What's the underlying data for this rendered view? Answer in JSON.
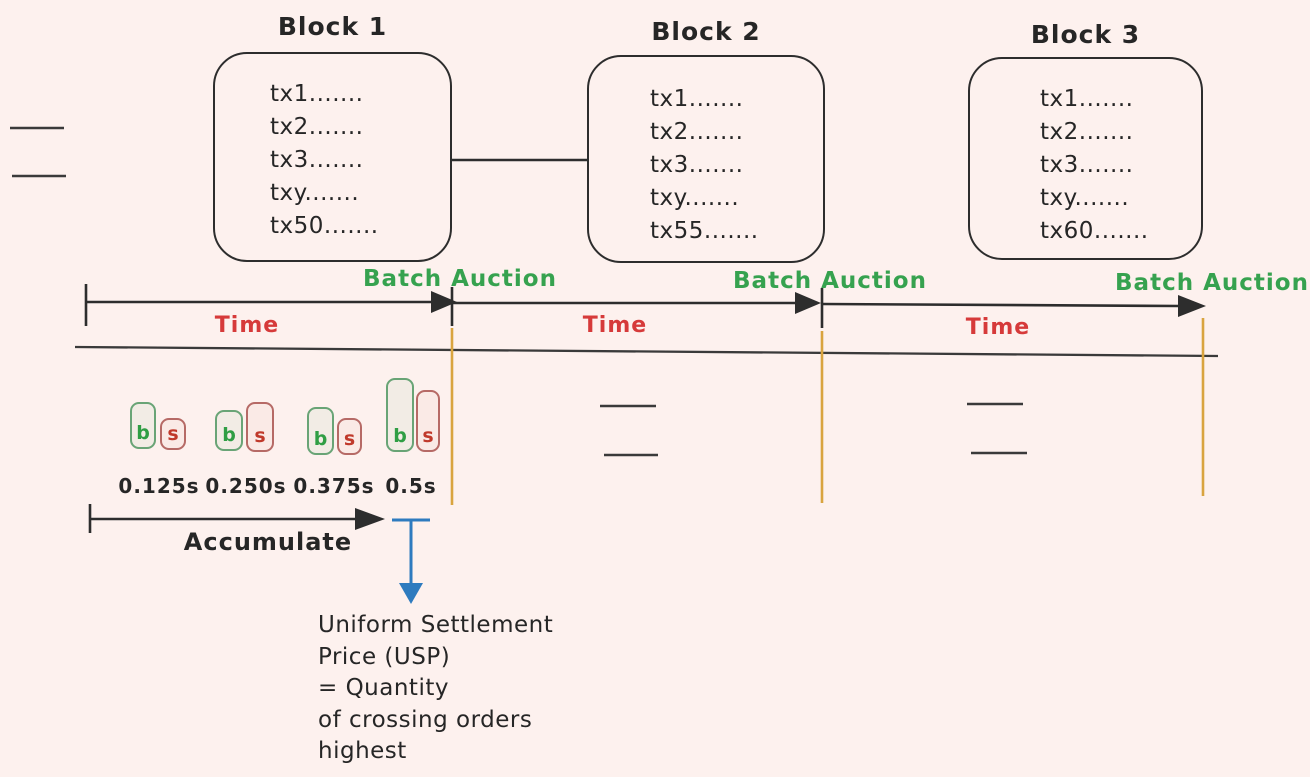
{
  "blocks": [
    {
      "title": "Block 1",
      "transactions": [
        "tx1.......",
        "tx2.......",
        "tx3.......",
        "txy.......",
        "tx50......."
      ]
    },
    {
      "title": "Block 2",
      "transactions": [
        "tx1.......",
        "tx2.......",
        "tx3.......",
        "txy.......",
        "tx55......."
      ]
    },
    {
      "title": "Block 3",
      "transactions": [
        "tx1.......",
        "tx2.......",
        "tx3.......",
        "txy.......",
        "tx60......."
      ]
    }
  ],
  "timeline": {
    "segments": [
      {
        "time_label": "Time",
        "batch_auction_label": "Batch Auction"
      },
      {
        "time_label": "Time",
        "batch_auction_label": "Batch Auction"
      },
      {
        "time_label": "Time",
        "batch_auction_label": "Batch Auction"
      }
    ]
  },
  "order_batches": [
    {
      "buy": "b",
      "sell": "s",
      "duration": "0.125s"
    },
    {
      "buy": "b",
      "sell": "s",
      "duration": "0.250s"
    },
    {
      "buy": "b",
      "sell": "s",
      "duration": "0.375s"
    },
    {
      "buy": "b",
      "sell": "s",
      "duration": "0.5s"
    }
  ],
  "accumulate_label": "Accumulate",
  "usp_note": {
    "lines": [
      "Uniform Settlement",
      "Price (USP)",
      "= Quantity",
      "of crossing orders",
      "highest"
    ]
  },
  "colors": {
    "background": "#fdf1ee",
    "ink": "#2d2d2d",
    "batch_auction_green": "#36a24f",
    "time_red": "#d63a3a",
    "buy_green": "#2f9e44",
    "sell_red": "#c0392b",
    "divider_orange": "#d9a43f",
    "arrow_blue": "#2e7bbf"
  }
}
